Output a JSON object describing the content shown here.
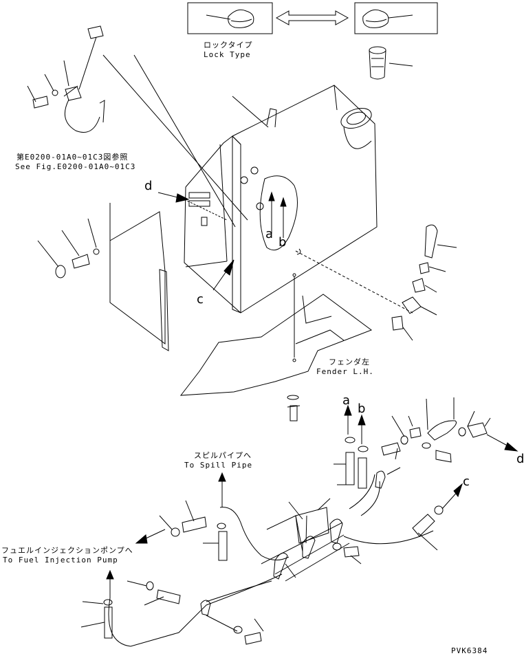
{
  "labels": {
    "lock_type_jp": "ロックタイプ",
    "lock_type_en": "Lock Type",
    "see_fig_jp": "第E0200-01A0~01C3図参照",
    "see_fig_en": "See Fig.E0200-01A0~01C3",
    "fender_jp": "フェンダ左",
    "fender_en": "Fender L.H.",
    "spill_jp": "スピルパイプへ",
    "spill_en": "To Spill Pipe",
    "injection_jp": "フュエルインジェクションポンプへ",
    "injection_en": "To Fuel Injection Pump",
    "drawing_code": "PVK6384"
  },
  "refs": {
    "a": "a",
    "b": "b",
    "c": "c",
    "d": "d"
  }
}
